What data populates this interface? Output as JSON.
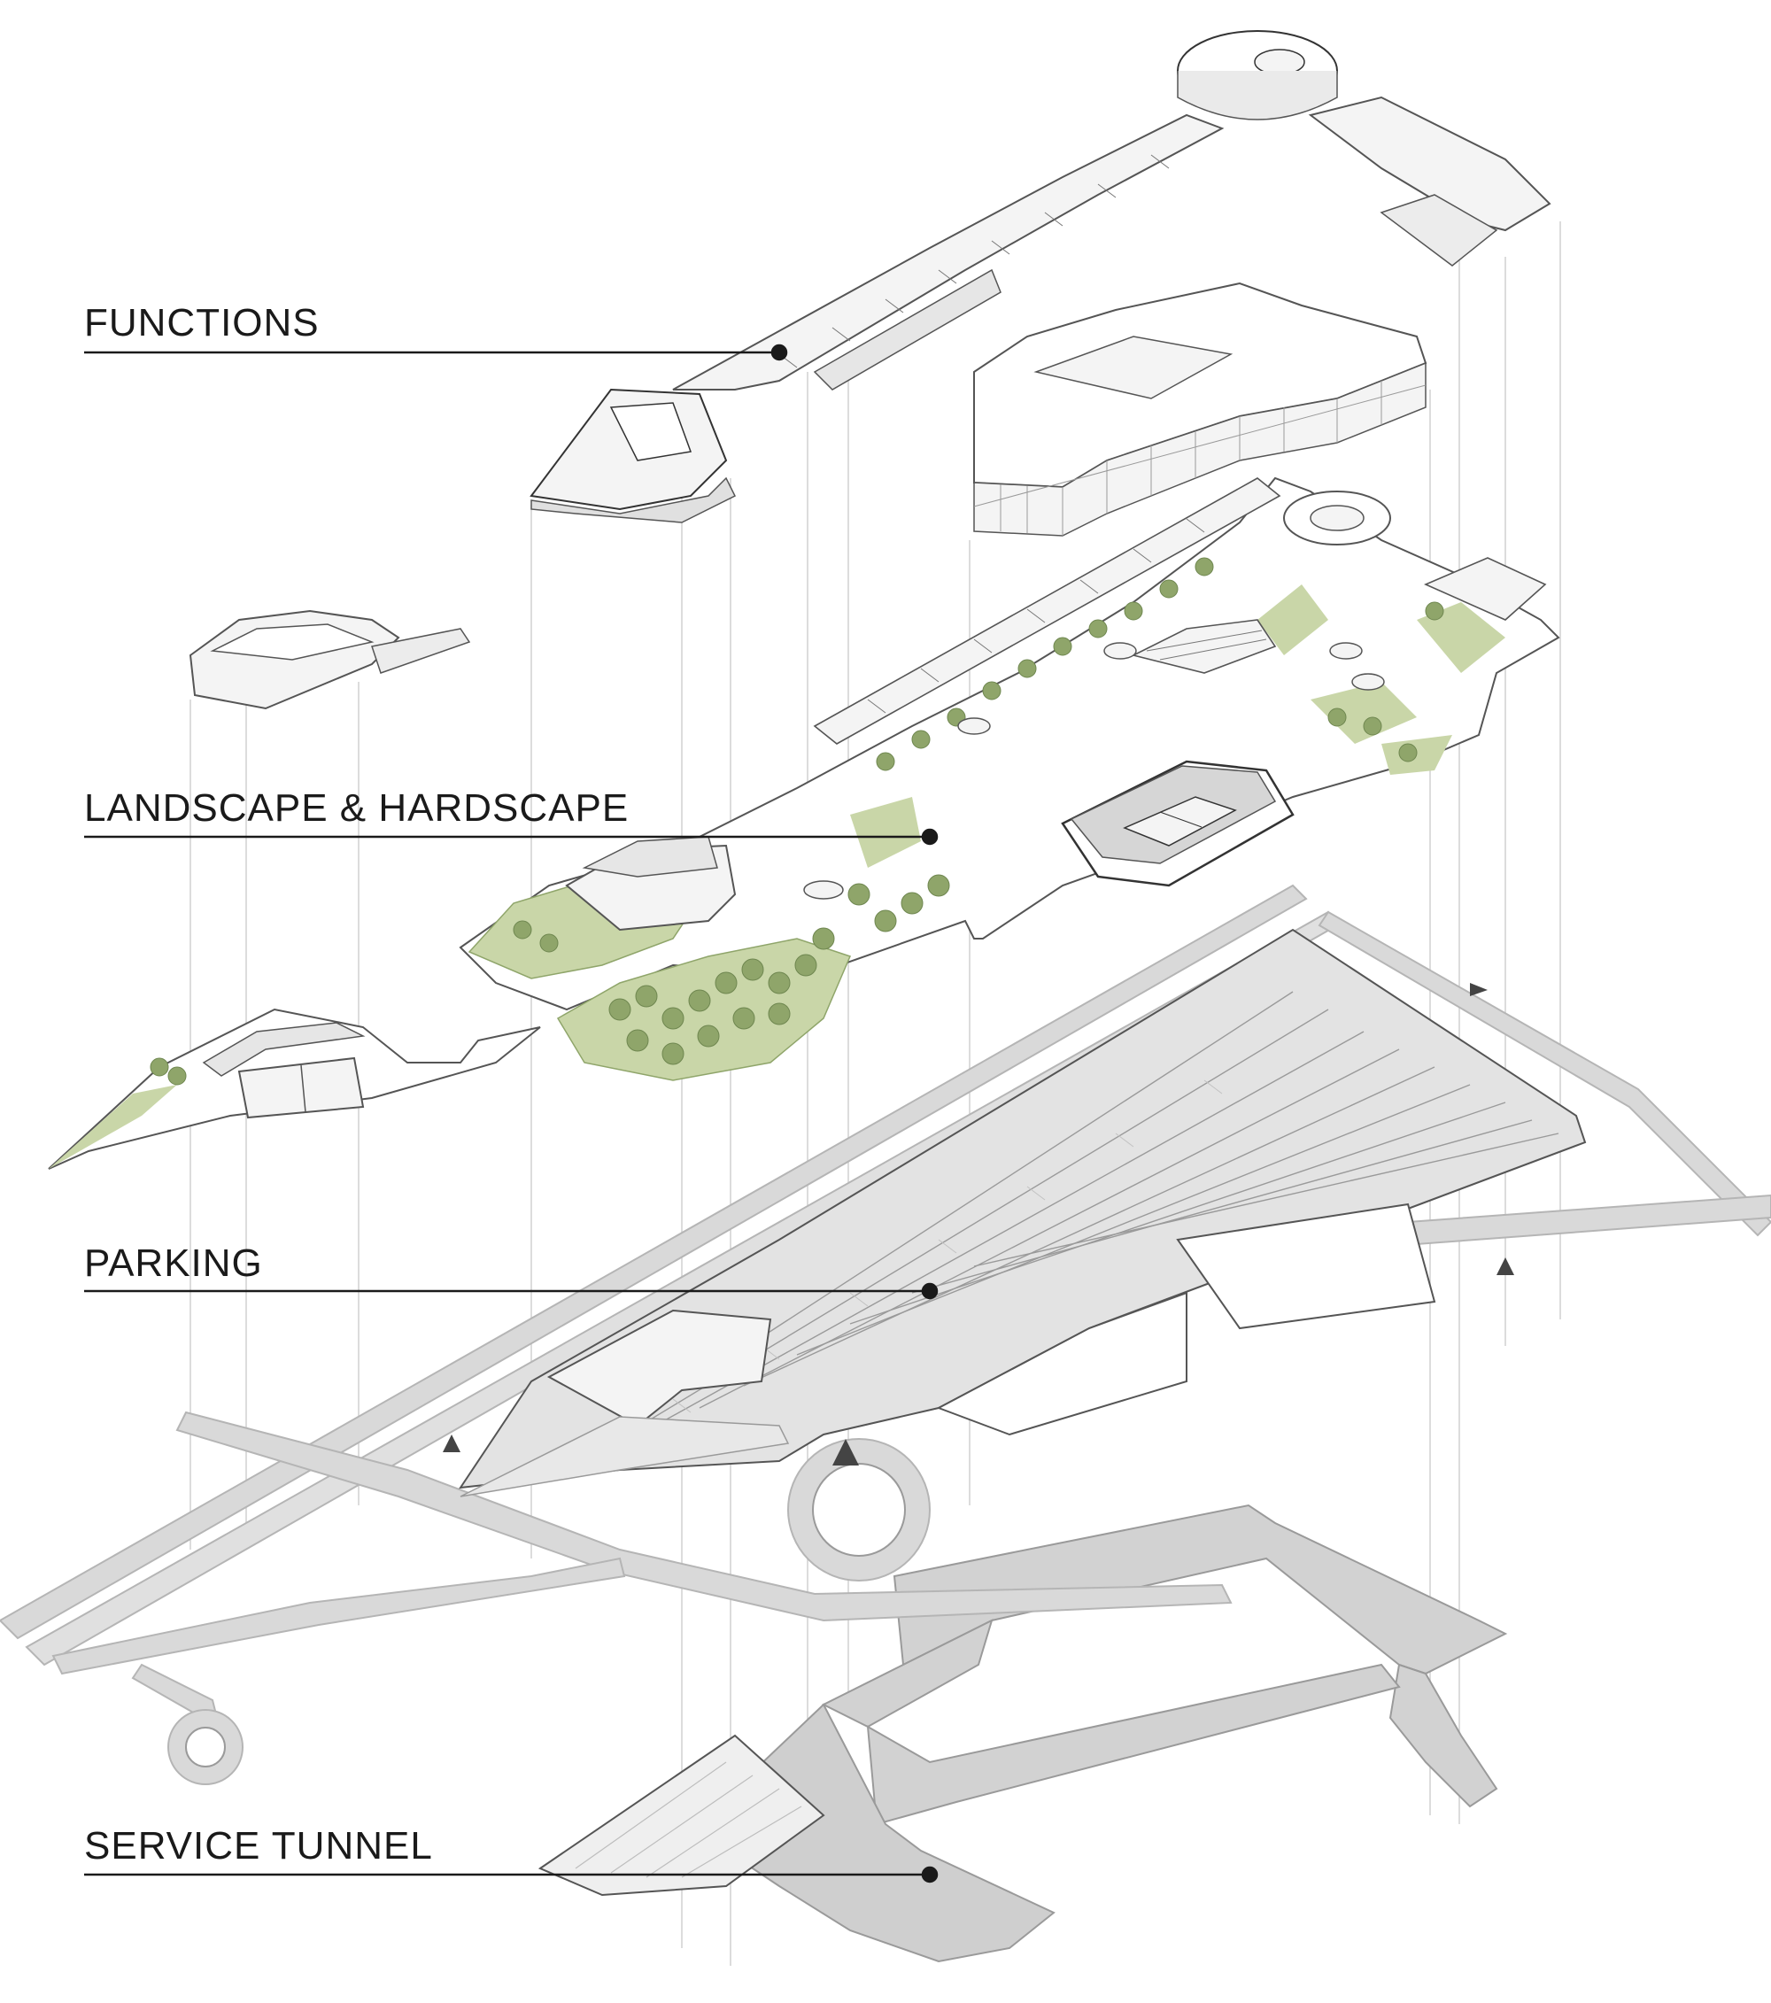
{
  "layers": [
    {
      "id": "functions",
      "label": "FUNCTIONS"
    },
    {
      "id": "landscape",
      "label": "LANDSCAPE & HARDSCAPE"
    },
    {
      "id": "parking",
      "label": "PARKING"
    },
    {
      "id": "tunnel",
      "label": "SERVICE TUNNEL"
    }
  ],
  "colors": {
    "line": "#1a1a1a",
    "building": "#f4f4f4",
    "outline": "#555555",
    "road": "#d9d9d9",
    "road_edge": "#b5b5b5",
    "parking": "#e3e3e3",
    "grass": "#c9d6a8",
    "tree": "#8fa56a",
    "tree_dark": "#6f8750",
    "tunnel": "#d2d2d2",
    "guide": "#d0d0d0"
  },
  "icons": {
    "leader_dot": "leader-dot-icon",
    "tree": "tree-icon",
    "arrow": "direction-arrow-icon"
  }
}
